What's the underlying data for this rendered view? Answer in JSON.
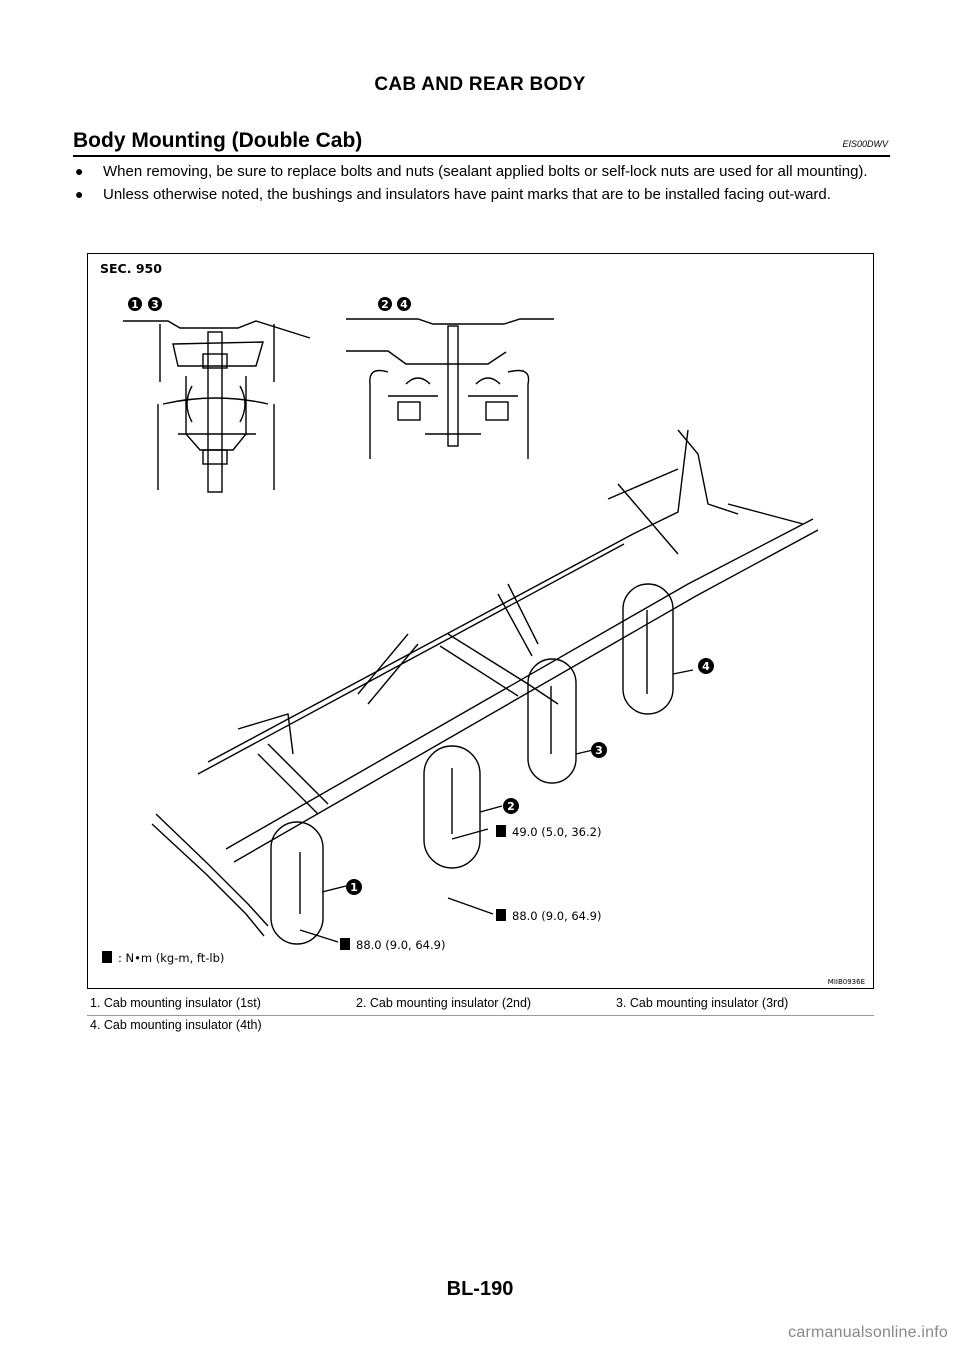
{
  "header": {
    "title": "CAB AND REAR BODY"
  },
  "section": {
    "title": "Body Mounting (Double Cab)",
    "code": "EIS00DWV"
  },
  "bullets": [
    "When removing, be sure to replace bolts and nuts (sealant applied bolts or self-lock nuts are used for all mounting).",
    "Unless otherwise noted, the bushings and insulators have paint marks that are to be installed facing out-ward."
  ],
  "figure": {
    "sec": "SEC. 950",
    "detail_left_labels": [
      "1",
      "3"
    ],
    "detail_right_labels": [
      "2",
      "4"
    ],
    "callouts": [
      "1",
      "2",
      "3",
      "4"
    ],
    "torques": [
      "49.0 (5.0, 36.2)",
      "88.0 (9.0, 64.9)",
      "88.0 (9.0, 64.9)"
    ],
    "unit_legend": ": N•m (kg-m, ft-lb)",
    "figure_id": "MIIB0936E"
  },
  "legend": [
    "1.    Cab mounting insulator (1st)",
    "2.    Cab mounting insulator (2nd)",
    "3.    Cab mounting insulator (3rd)",
    "4.    Cab mounting insulator (4th)"
  ],
  "footer": {
    "page": "BL-190"
  },
  "watermark": "carmanualsonline.info"
}
